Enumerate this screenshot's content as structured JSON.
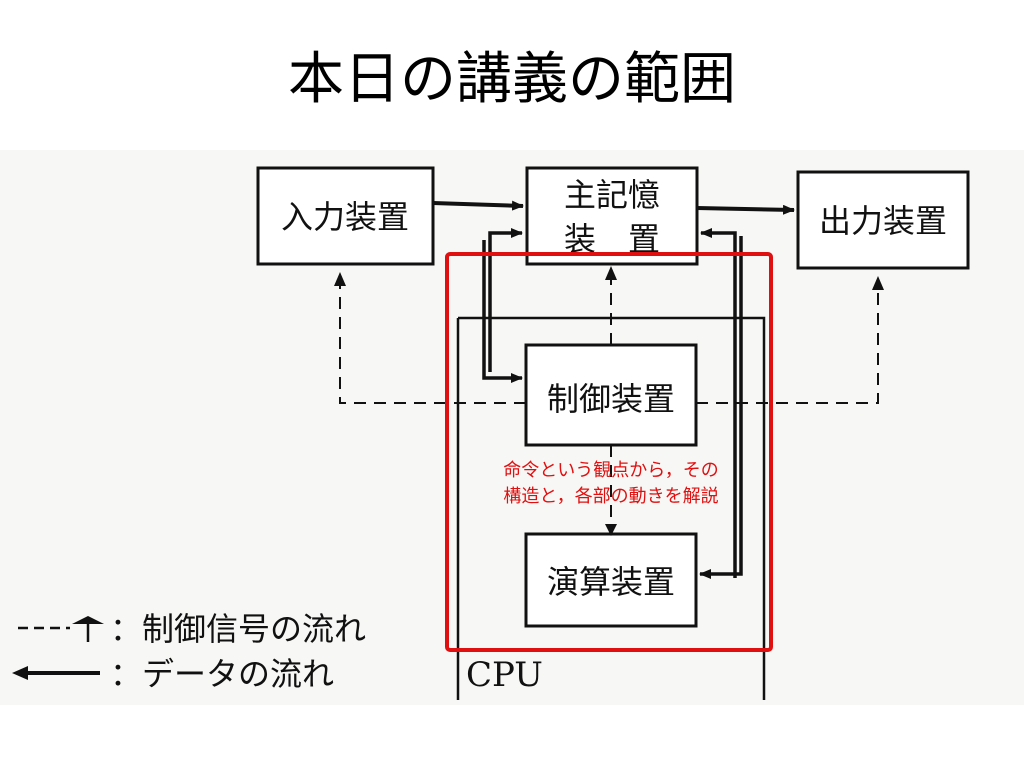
{
  "slide": {
    "title": "本日の講義の範囲"
  },
  "diagram": {
    "boxes": {
      "input": "入力装置",
      "memory_line1": "主記憶",
      "memory_line2": "装　置",
      "output": "出力装置",
      "control": "制御装置",
      "alu": "演算装置"
    },
    "cpu_label": "CPU",
    "legend": {
      "control_signal": "：制御信号の流れ",
      "data_flow": "：データの流れ"
    },
    "highlight_note": {
      "line1": "命令という観点から，その",
      "line2": "構造と，各部の動きを解説"
    },
    "colors": {
      "highlight": "#e01010",
      "ink": "#111111"
    }
  }
}
